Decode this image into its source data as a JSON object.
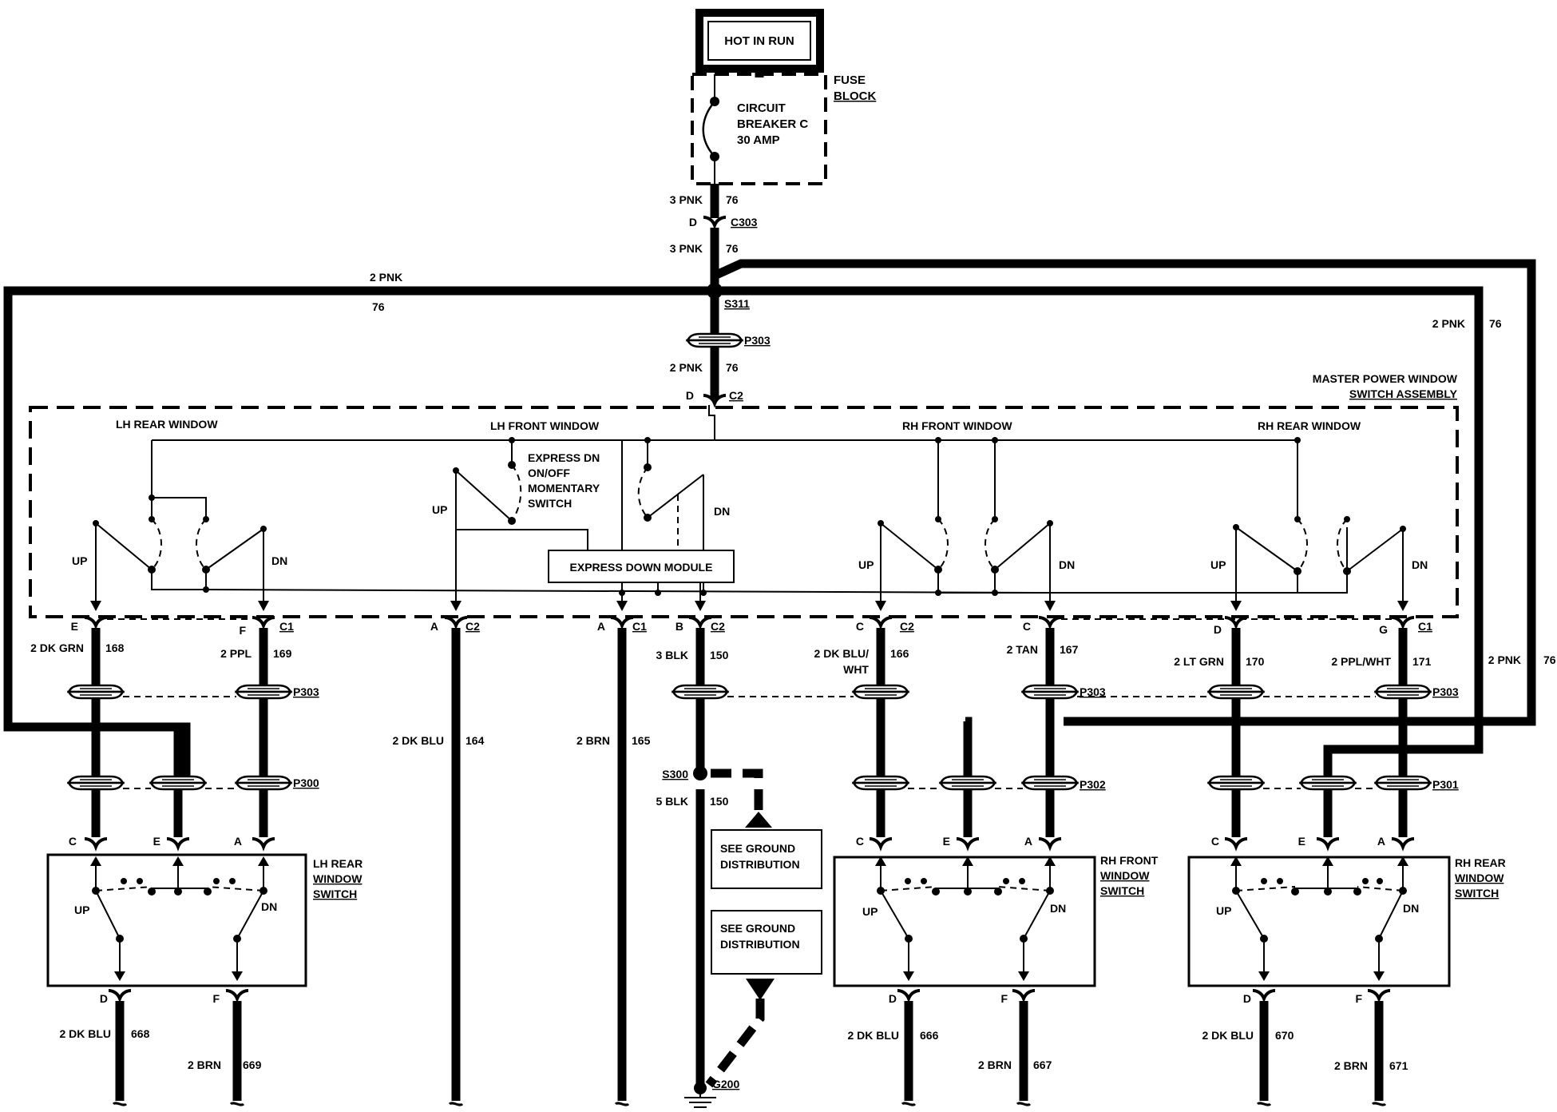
{
  "header": {
    "hot_in_run": "HOT IN RUN"
  },
  "fuse_block": {
    "name": [
      "FUSE",
      "BLOCK"
    ],
    "breaker": [
      "CIRCUIT",
      "BREAKER C",
      "30 AMP"
    ]
  },
  "feed": {
    "wire_upper": "3 PNK",
    "circuit_upper": "76",
    "pin": "D",
    "connector": "C303",
    "wire_lower": "3 PNK",
    "circuit_lower": "76",
    "splice": "S311",
    "left_wire": "2 PNK",
    "left_circuit": "76",
    "right_wire": "2 PNK",
    "right_circuit": "76",
    "far_right_wire": "2 PNK",
    "far_right_circuit": "76",
    "p303": "P303",
    "assy_wire": "2 PNK",
    "assy_circuit": "76",
    "assy_pin": "D",
    "assy_connector": "C2"
  },
  "master": {
    "title": [
      "MASTER POWER WINDOW",
      "SWITCH ASSEMBLY"
    ],
    "sections": [
      "LH REAR WINDOW",
      "LH FRONT WINDOW",
      "RH FRONT WINDOW",
      "RH REAR WINDOW"
    ],
    "express_switch": [
      "EXPRESS DN",
      "ON/OFF",
      "MOMENTARY",
      "SWITCH"
    ],
    "express_module": "EXPRESS DOWN MODULE",
    "up": "UP",
    "dn": "DN"
  },
  "outputs": [
    {
      "pin": "E",
      "connector": "",
      "wire": "2 DK GRN",
      "circuit": "168"
    },
    {
      "pin": "F",
      "connector": "C1",
      "wire": "2 PPL",
      "circuit": "169"
    },
    {
      "pin": "A",
      "connector": "C2",
      "wire": "2 DK BLU",
      "circuit": "164"
    },
    {
      "pin": "A",
      "connector": "C1",
      "wire": "2 BRN",
      "circuit": "165"
    },
    {
      "pin": "B",
      "connector": "C2",
      "wire": "3 BLK",
      "circuit": "150"
    },
    {
      "pin": "C",
      "connector": "C2",
      "wire": "2 DK BLU/",
      "wire2": "WHT",
      "circuit": "166"
    },
    {
      "pin": "C",
      "connector": "",
      "wire": "2 TAN",
      "circuit": "167"
    },
    {
      "pin": "D",
      "connector": "",
      "wire": "2 LT GRN",
      "circuit": "170"
    },
    {
      "pin": "G",
      "connector": "C1",
      "wire": "2 PPL/WHT",
      "circuit": "171"
    }
  ],
  "connectors": {
    "p303": "P303",
    "p300": "P300",
    "p302": "P302",
    "p301": "P301"
  },
  "ground": {
    "splice": "S300",
    "wire": "5 BLK",
    "circuit": "150",
    "box1": [
      "SEE GROUND",
      "DISTRIBUTION"
    ],
    "box2": [
      "SEE GROUND",
      "DISTRIBUTION"
    ],
    "point": "G200"
  },
  "door_switches": [
    {
      "name": [
        "LH REAR",
        "WINDOW",
        "SWITCH"
      ],
      "pins": [
        "C",
        "E",
        "A"
      ],
      "up": "UP",
      "dn": "DN",
      "bottom_pins": [
        "D",
        "F"
      ],
      "bottom_wires": [
        {
          "wire": "2 DK BLU",
          "circuit": "668"
        },
        {
          "wire": "2 BRN",
          "circuit": "669"
        }
      ]
    },
    {
      "name": [
        "RH FRONT",
        "WINDOW",
        "SWITCH"
      ],
      "pins": [
        "C",
        "E",
        "A"
      ],
      "up": "UP",
      "dn": "DN",
      "bottom_pins": [
        "D",
        "F"
      ],
      "bottom_wires": [
        {
          "wire": "2 DK BLU",
          "circuit": "666"
        },
        {
          "wire": "2 BRN",
          "circuit": "667"
        }
      ]
    },
    {
      "name": [
        "RH REAR",
        "WINDOW",
        "SWITCH"
      ],
      "pins": [
        "C",
        "E",
        "A"
      ],
      "up": "UP",
      "dn": "DN",
      "bottom_pins": [
        "D",
        "F"
      ],
      "bottom_wires": [
        {
          "wire": "2 DK BLU",
          "circuit": "670"
        },
        {
          "wire": "2 BRN",
          "circuit": "671"
        }
      ]
    }
  ]
}
